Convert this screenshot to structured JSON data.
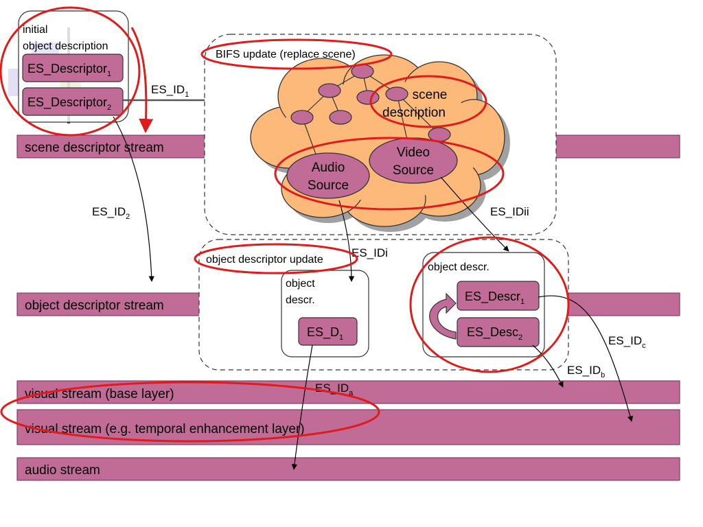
{
  "colors": {
    "stream_fill": "#c06c96",
    "stream_stroke": "#6b2d50",
    "node_fill": "#c06c96",
    "cloud_fill": "#fdb97a",
    "cloud_stroke": "#333333",
    "highlight": "#e01b1b",
    "dashed": "#333333"
  },
  "streams": {
    "scene": "scene descriptor stream",
    "object": "object descriptor stream",
    "visual_base": "visual stream (base layer)",
    "visual_enh": "visual stream (e.g. temporal enhancement layer)",
    "audio": "audio stream"
  },
  "initial_od": {
    "title_line1": "initial",
    "title_line2": "object description",
    "es_desc_1": "ES_Descriptor",
    "es_desc_1_sub": "1",
    "es_desc_2": "ES_Descriptor",
    "es_desc_2_sub": "2"
  },
  "bifs": {
    "update_label": "BIFS update (replace scene)",
    "scene_desc_line1": "scene",
    "scene_desc_line2": "description",
    "audio_source_line1": "Audio",
    "audio_source_line2": "Source",
    "video_source_line1": "Video",
    "video_source_line2": "Source"
  },
  "od_update": {
    "label": "object descriptor update",
    "od1_line1": "object",
    "od1_line2": "descr.",
    "es_d1": "ES_D",
    "es_d1_sub": "1",
    "od2_title": "object descr.",
    "es_descr1": "ES_Descr",
    "es_descr1_sub": "1",
    "es_desc2": "ES_Desc",
    "es_desc2_sub": "2"
  },
  "ids": {
    "es_id_1": "ES_ID",
    "es_id_1_sub": "1",
    "es_id_2": "ES_ID",
    "es_id_2_sub": "2",
    "es_idi": "ES_IDi",
    "es_idii": "ES_IDii",
    "es_id_a": "ES_ID",
    "es_id_a_sub": "a",
    "es_id_b": "ES_ID",
    "es_id_b_sub": "b",
    "es_id_c": "ES_ID",
    "es_id_c_sub": "c"
  }
}
